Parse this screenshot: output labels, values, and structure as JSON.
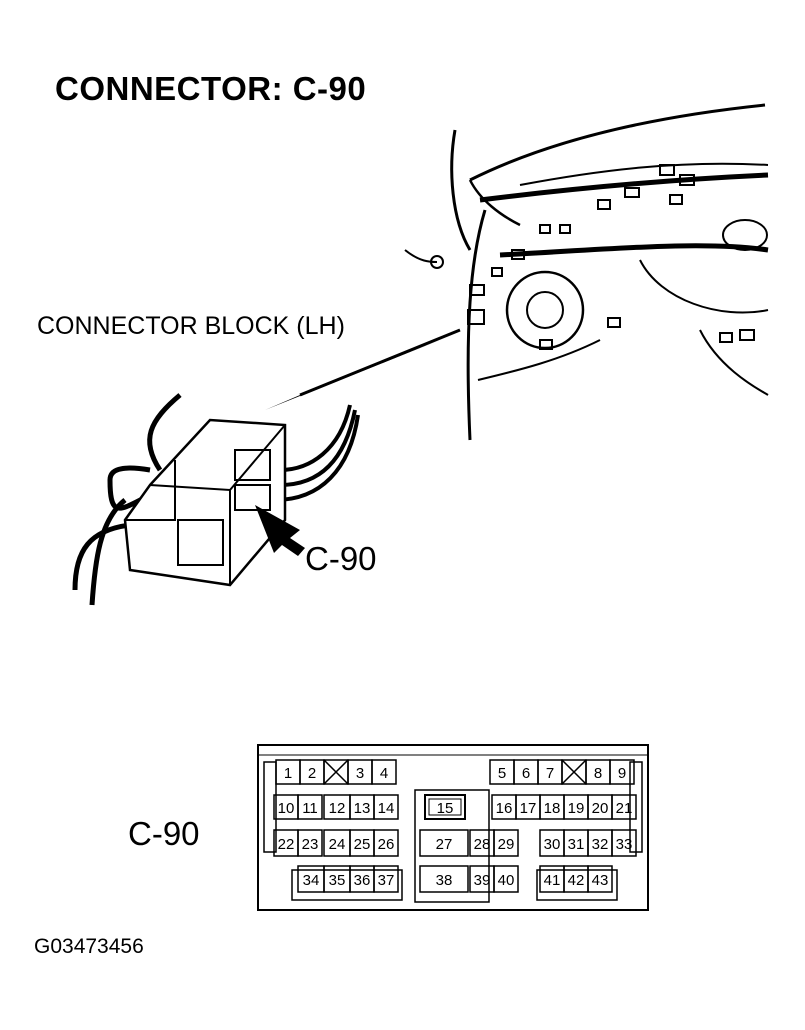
{
  "title": "CONNECTOR: C-90",
  "block_label": "CONNECTOR BLOCK (LH)",
  "callout_label": "C-90",
  "pinout_label": "C-90",
  "figure_id": "G03473456",
  "pins": {
    "p1": "1",
    "p2": "2",
    "p3": "3",
    "p4": "4",
    "p5": "5",
    "p6": "6",
    "p7": "7",
    "p8": "8",
    "p9": "9",
    "p10": "10",
    "p11": "11",
    "p12": "12",
    "p13": "13",
    "p14": "14",
    "p15": "15",
    "p16": "16",
    "p17": "17",
    "p18": "18",
    "p19": "19",
    "p20": "20",
    "p21": "21",
    "p22": "22",
    "p23": "23",
    "p24": "24",
    "p25": "25",
    "p26": "26",
    "p27": "27",
    "p28": "28",
    "p29": "29",
    "p30": "30",
    "p31": "31",
    "p32": "32",
    "p33": "33",
    "p34": "34",
    "p35": "35",
    "p36": "36",
    "p37": "37",
    "p38": "38",
    "p39": "39",
    "p40": "40",
    "p41": "41",
    "p42": "42",
    "p43": "43"
  }
}
